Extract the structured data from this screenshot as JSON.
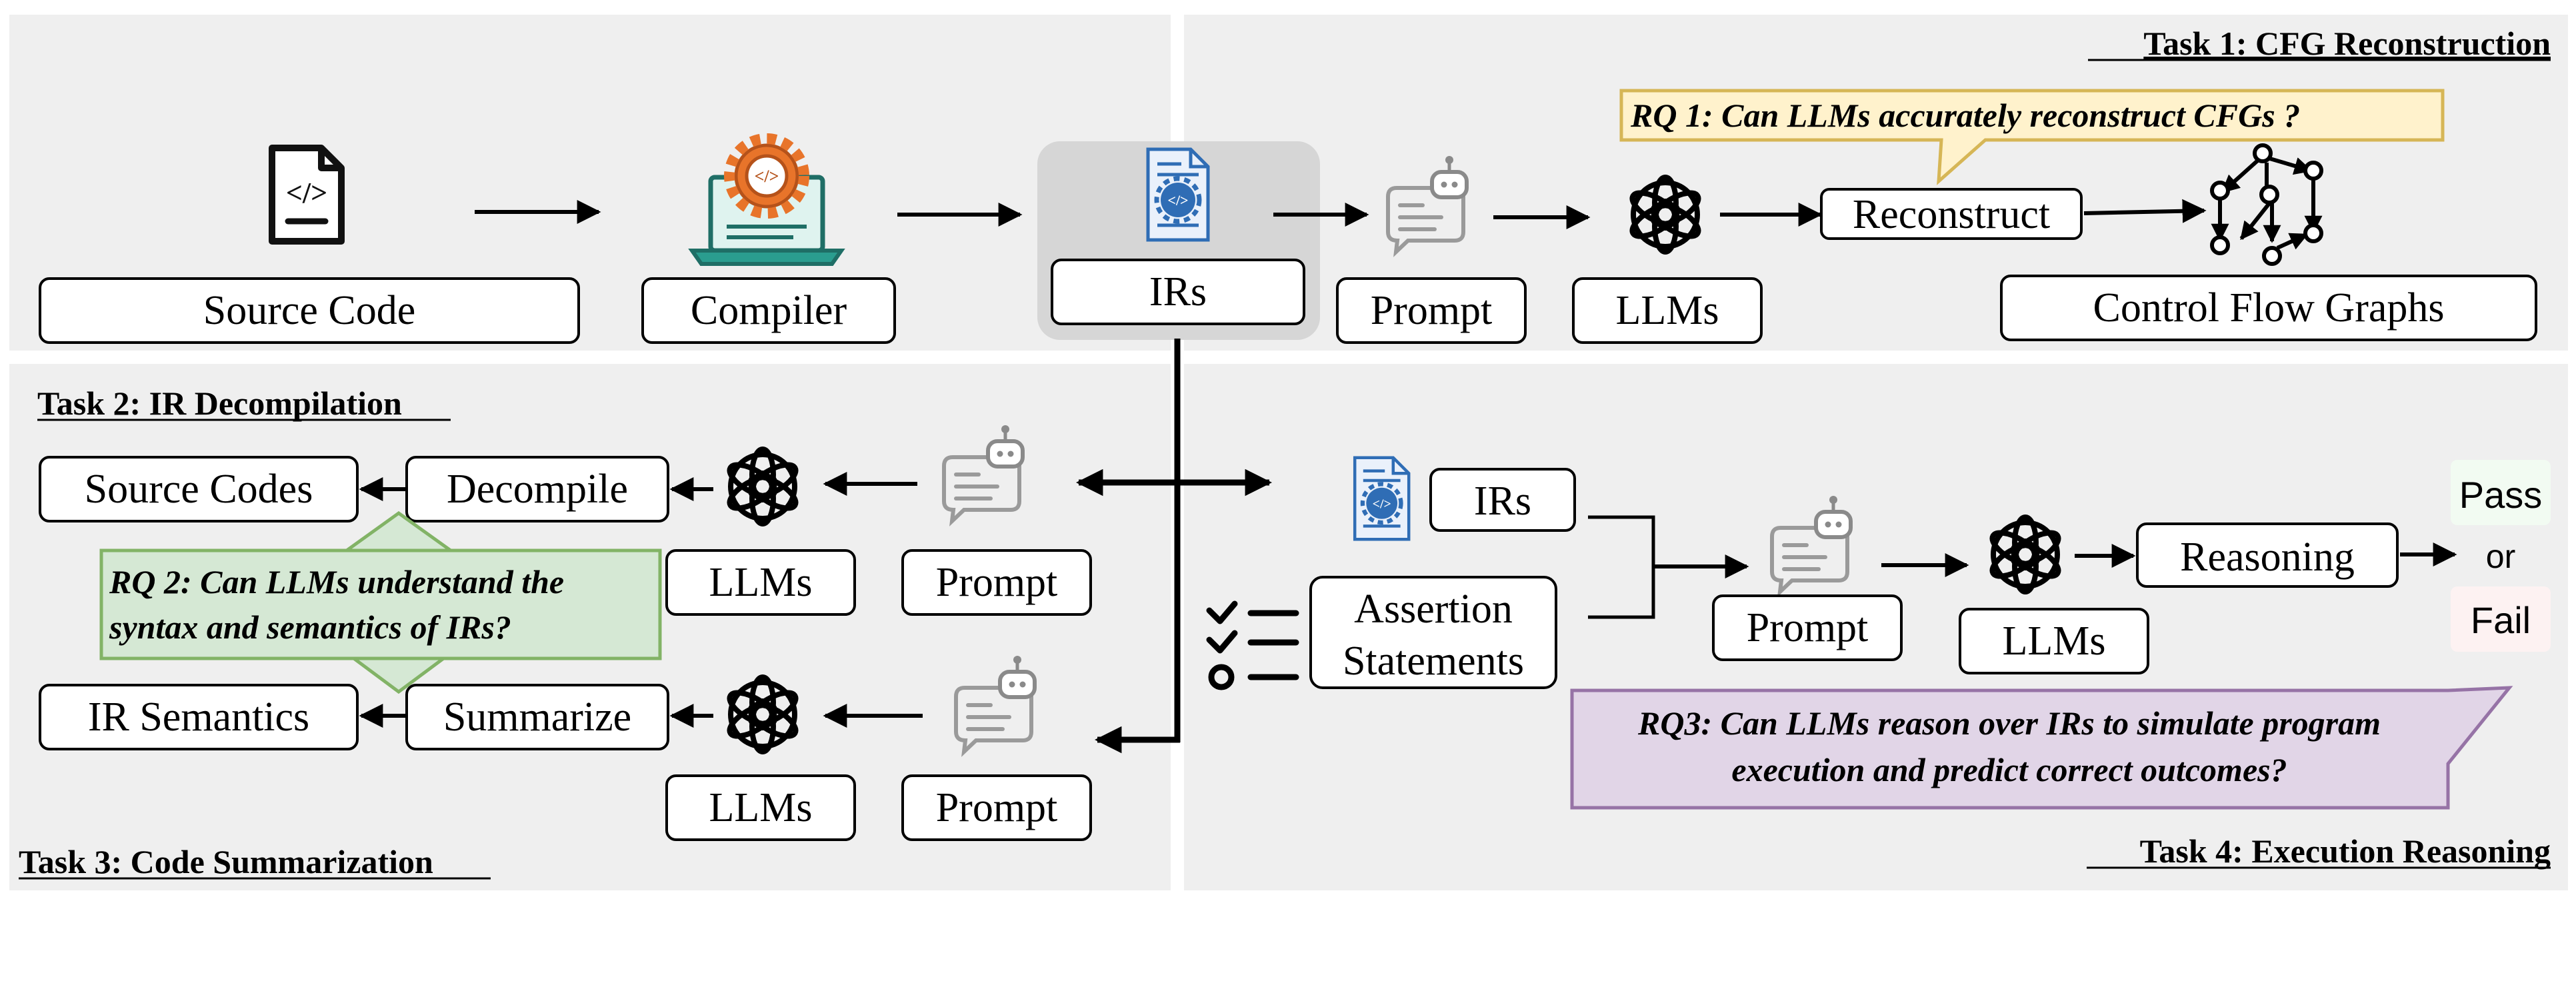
{
  "tasks": {
    "task1": "Task 1: CFG Reconstruction",
    "task2": "Task 2: IR Decompilation",
    "task3": "Task 3: Code Summarization",
    "task4": "Task 4: Execution Reasoning"
  },
  "task1": {
    "source_code": "Source Code",
    "compiler": "Compiler",
    "irs": "IRs",
    "prompt": "Prompt",
    "llms": "LLMs",
    "reconstruct": "Reconstruct",
    "cfg": "Control Flow Graphs",
    "rq1": "RQ 1:  Can LLMs accurately reconstruct CFGs ?"
  },
  "task2": {
    "source_codes": "Source Codes",
    "decompile": "Decompile",
    "llms": "LLMs",
    "prompt": "Prompt",
    "rq2_line1": "RQ 2:  Can LLMs understand the",
    "rq2_line2": "syntax and semantics of IRs?"
  },
  "task3": {
    "ir_semantics": "IR Semantics",
    "summarize": "Summarize",
    "llms": "LLMs",
    "prompt": "Prompt"
  },
  "task4": {
    "irs": "IRs",
    "assertion_line1": "Assertion",
    "assertion_line2": "Statements",
    "prompt": "Prompt",
    "llms": "LLMs",
    "reasoning": "Reasoning",
    "pass": "Pass",
    "or": "or",
    "fail": "Fail",
    "rq3_line1": "RQ3: Can LLMs reason over IRs to simulate program",
    "rq3_line2": "execution and predict correct outcomes?"
  },
  "icons": {
    "source_file": "code-file-icon",
    "compiler": "laptop-gear-icon",
    "ir_file": "ir-document-icon",
    "prompt": "chatbot-prompt-icon",
    "llm": "openai-logo-icon",
    "cfg": "control-flow-graph-icon",
    "checklist": "checklist-icon"
  },
  "colors": {
    "panel_bg": "#efefef",
    "rq1_fill": "#fff2cc",
    "rq1_border": "#d6b656",
    "rq2_fill": "#d5e8d4",
    "rq2_border": "#82b366",
    "rq3_fill": "#e1d5e7",
    "rq3_border": "#9673a6",
    "orange": "#e8742a",
    "teal": "#2a9d8f",
    "blue": "#2f6db5"
  }
}
